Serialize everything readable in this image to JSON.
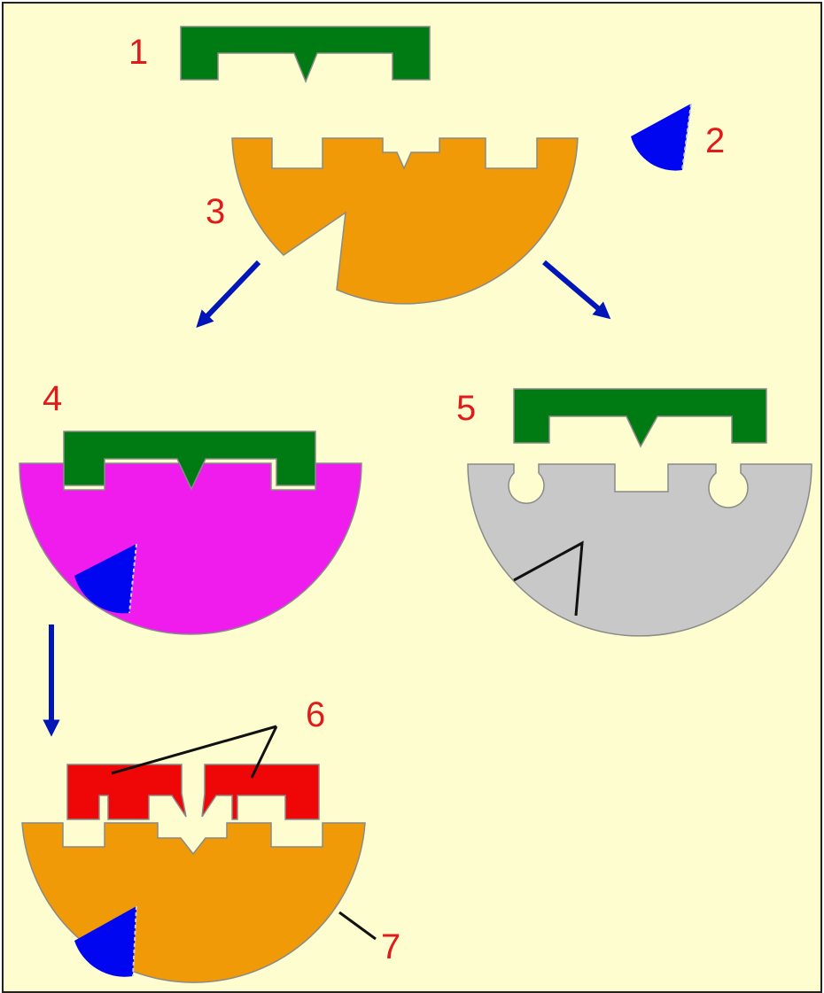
{
  "labels": {
    "one": "1",
    "two": "2",
    "three": "3",
    "four": "4",
    "five": "5",
    "six": "6",
    "seven": "7"
  },
  "colors": {
    "background": "#fdfdcf",
    "substrate": "#ef9a06",
    "enzyme": "#007a12",
    "inhibitor": "#0006ef",
    "complex": "#ef1ced",
    "altered": "#c8c8c8",
    "split": "#ef0606",
    "number": "#e01b1b",
    "arrow": "#0016b8"
  },
  "shapes": {
    "green_key": "green-key-icon",
    "blue_wedge": "blue-wedge-icon",
    "orange_bowl": "orange-bowl-icon",
    "magenta_bowl": "magenta-bowl-icon",
    "gray_bowl": "gray-bowl-icon",
    "red_fragments": "red-fragment-icon"
  }
}
